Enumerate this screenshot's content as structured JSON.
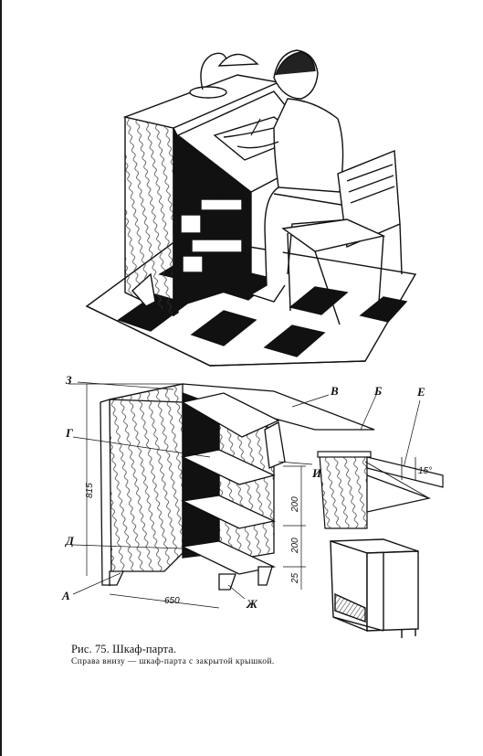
{
  "caption": {
    "title": "Рис. 75. Шкаф-парта.",
    "subtitle": "Справа внизу — шкаф-парта с закрытой крышкой."
  },
  "labels": {
    "z": "З",
    "v": "В",
    "b": "Б",
    "e": "Е",
    "g": "Г",
    "i": "И",
    "d": "Д",
    "a": "А",
    "zh": "Ж"
  },
  "dimensions": {
    "height": "815",
    "shelf1": "200",
    "shelf2": "200",
    "base": "25",
    "width": "650",
    "angle": "15°"
  }
}
